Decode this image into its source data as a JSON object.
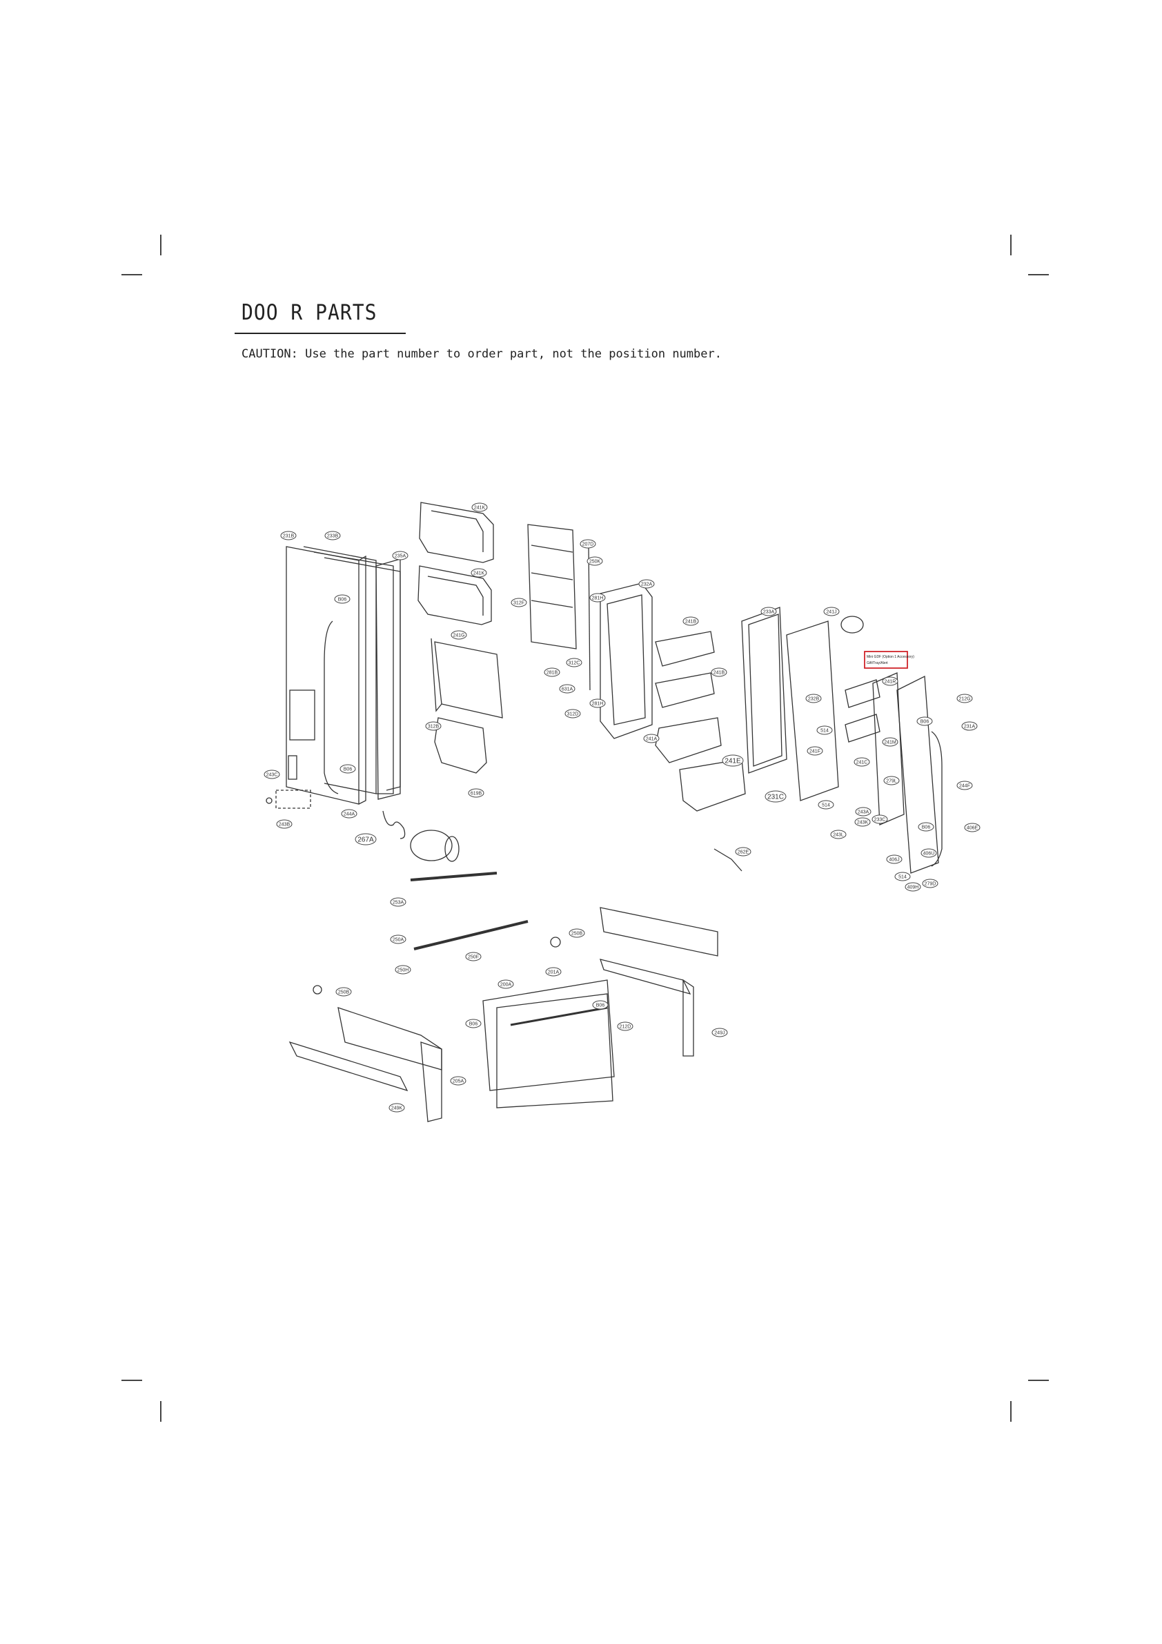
{
  "title": "DOO R PARTS",
  "caution": "CAUTION: Use the part number to order part, not the position number.",
  "note_box": [
    "Mini GDF (Option 1 Accessory)",
    "Gift/Tray/Alert"
  ],
  "labels": {
    "p241K_a": "241K",
    "p231B": "231B",
    "p233B": "233B",
    "p235A": "235A",
    "p241K_b": "241K",
    "p807": "B06",
    "p241G": "241G",
    "p312F": "312F",
    "p207D": "207D",
    "p250K": "250K",
    "p281H_a": "281H",
    "p232A": "232A",
    "p241B_a": "241B",
    "p233A": "233A",
    "p241J": "241J",
    "p312C": "312C",
    "p281B": "281B",
    "p631A": "631A",
    "p281H_b": "281H",
    "p312D": "312D",
    "p241B_b": "241B",
    "p241A": "241A",
    "p241E": "241E",
    "p232B": "232B",
    "p514a": "514",
    "p241F": "241F",
    "p241R": "241R",
    "p212G": "212G",
    "p231A": "231A",
    "p241M": "241M",
    "p241C": "241C",
    "p809a": "B06",
    "p279L": "279L",
    "p231C": "231C",
    "p514b": "514",
    "p243A": "243A",
    "p233C": "233C",
    "p243K": "243K",
    "p243L": "243L",
    "p244F": "244F",
    "p808": "B06",
    "p406E": "406E",
    "p406J": "406J",
    "p406U": "406U",
    "p514c": "514",
    "p279D": "279D",
    "p409H": "409H",
    "p262E": "262E",
    "p312B": "312B",
    "p619B": "619B",
    "p243C": "243C",
    "p806b": "B06",
    "p244A": "244A",
    "p243B": "243B",
    "p267A": "267A",
    "p253A": "253A",
    "p250A": "250A",
    "p250B_a": "250B",
    "p250F": "250F",
    "p250H": "250H",
    "p201A": "201A",
    "p250B_b": "250B",
    "p200A": "200A",
    "p806c": "B06",
    "p806d": "B06",
    "p212D": "212D",
    "p249J": "249J",
    "p205A": "205A",
    "p249K": "249K"
  },
  "note_color": "#d0242a"
}
